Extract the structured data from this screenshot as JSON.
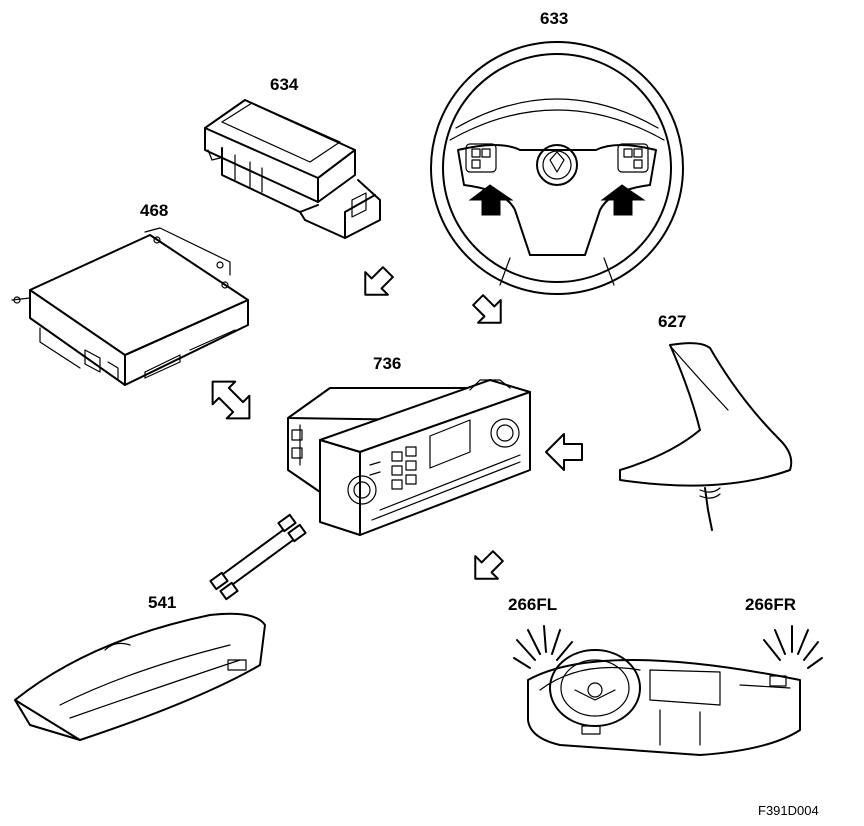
{
  "labels": {
    "steering_wheel": "633",
    "control_module": "634",
    "navigation_unit": "468",
    "antenna": "627",
    "radio": "736",
    "instrument_panel": "541",
    "speaker_left": "266FL",
    "speaker_right": "266FR"
  },
  "figure_code": "F391D004",
  "icons": {
    "arrows": "outlined-arrow-icon",
    "bidirectional": "double-arrow-icon",
    "connector": "fiber-connector-icon"
  }
}
